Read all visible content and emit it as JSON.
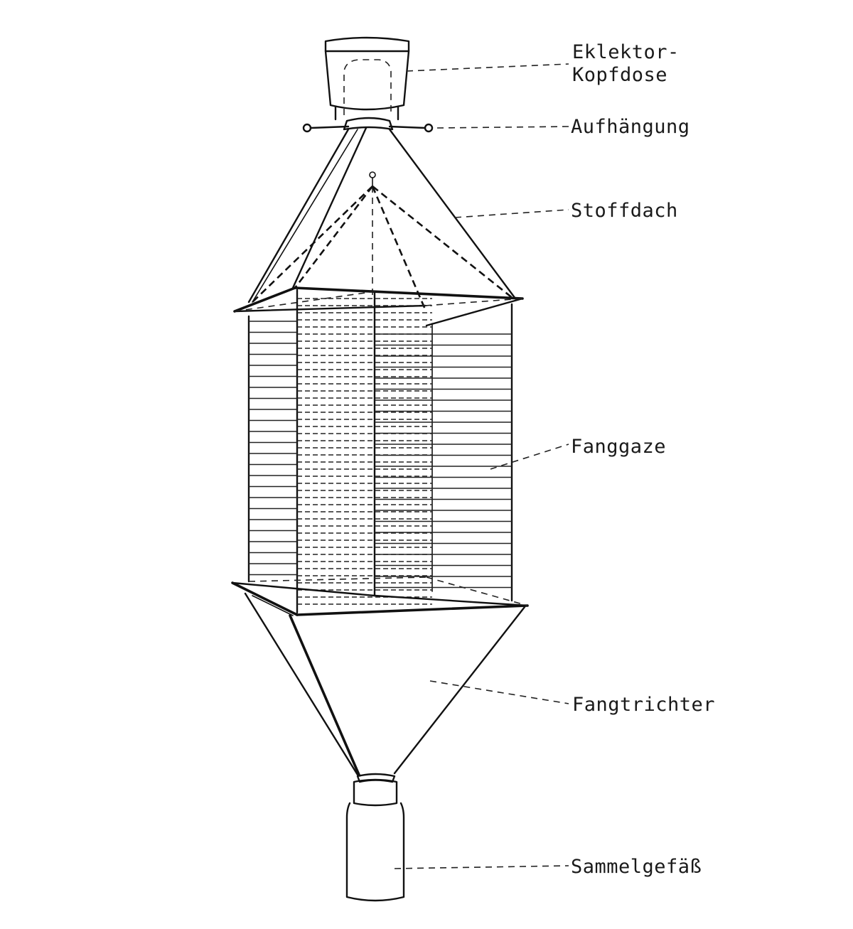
{
  "labels": {
    "eklektor_line1": "Eklektor-",
    "eklektor_line2": "Kopfdose",
    "aufhaengung": "Aufhängung",
    "stoffdach": "Stoffdach",
    "fanggaze": "Fanggaze",
    "fangtrichter": "Fangtrichter",
    "sammelgefaess": "Sammelgefäß"
  }
}
